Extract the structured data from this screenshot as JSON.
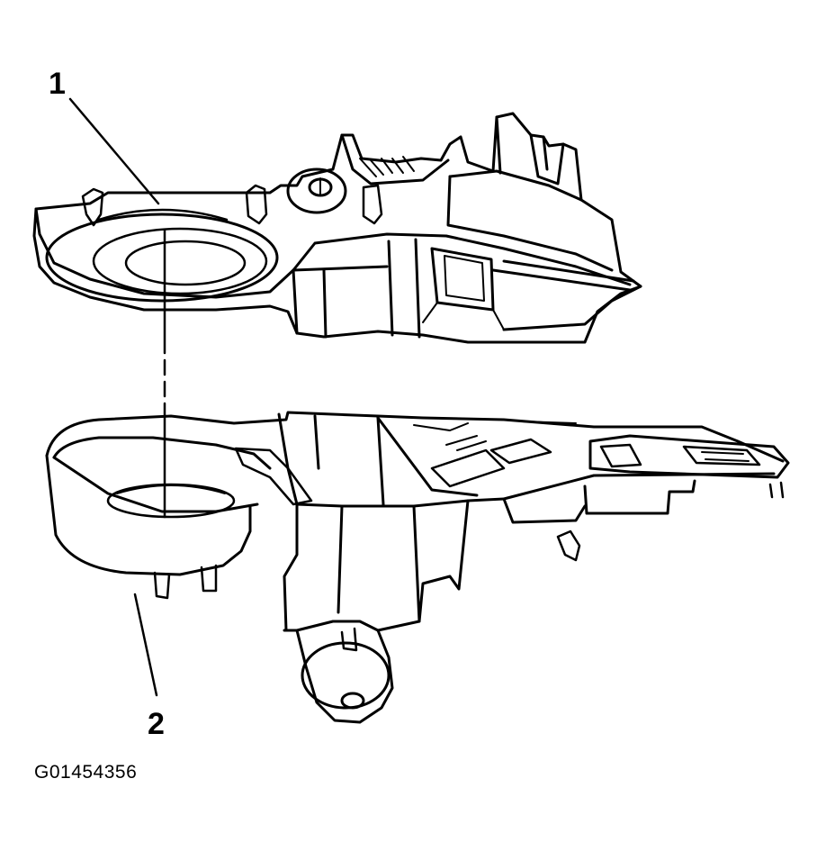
{
  "callouts": [
    {
      "number": "1"
    },
    {
      "number": "2"
    }
  ],
  "figure_id": "G01454356",
  "colors": {
    "ink": "#000000",
    "background": "#ffffff"
  }
}
